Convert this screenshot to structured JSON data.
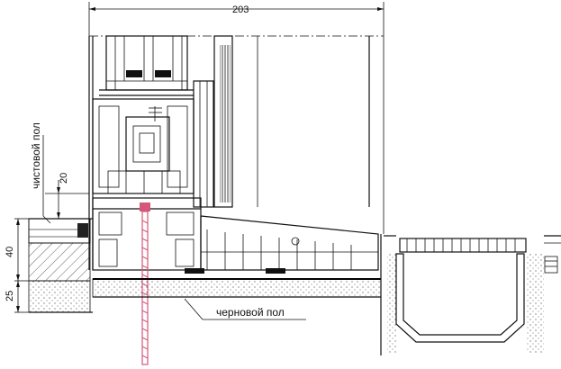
{
  "drawing": {
    "dimensions": {
      "overall_width": "203",
      "gap_finish_floor": "20",
      "finish_floor_thickness": "40",
      "screed_thickness": "25"
    },
    "labels": {
      "finish_floor": "чистовой пол",
      "rough_floor": "черновой пол"
    },
    "colors": {
      "line": "#111111",
      "screw": "#d4577a",
      "hatch": "#333333",
      "seal": "#222222"
    }
  }
}
